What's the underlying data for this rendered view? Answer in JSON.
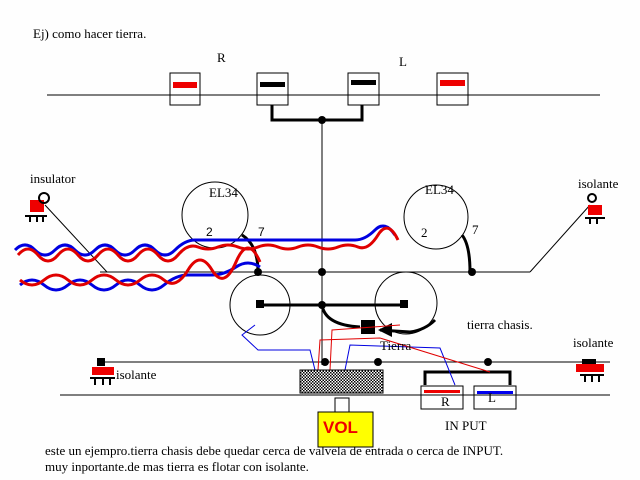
{
  "title": "Ej) como hacer tierra.",
  "label_r": "R",
  "label_l": "L",
  "tube_left": "EL34",
  "tube_right": "EL34",
  "pin2_left": "2",
  "pin7_left": "7",
  "pin2_right": "2",
  "pin7_right": "7",
  "insulator": "insulator",
  "isolante_right_top": "isolante",
  "isolante_left": "isolante",
  "isolante_right": "isolante",
  "tierra_chasis": "tierra chasis.",
  "tierra": "Tierra",
  "input_r": "R",
  "input_l": "L",
  "input_label": "IN PUT",
  "vol": "VOL",
  "note1": "este un ejempro.tierra chasis debe quedar cerca de valvela de entrada o cerca de INPUT.",
  "note2": "muy inportante.de mas tierra es flotar con isolante.",
  "colors": {
    "red": "#e00000",
    "blue": "#0000e0",
    "yellow": "#ffff00"
  }
}
